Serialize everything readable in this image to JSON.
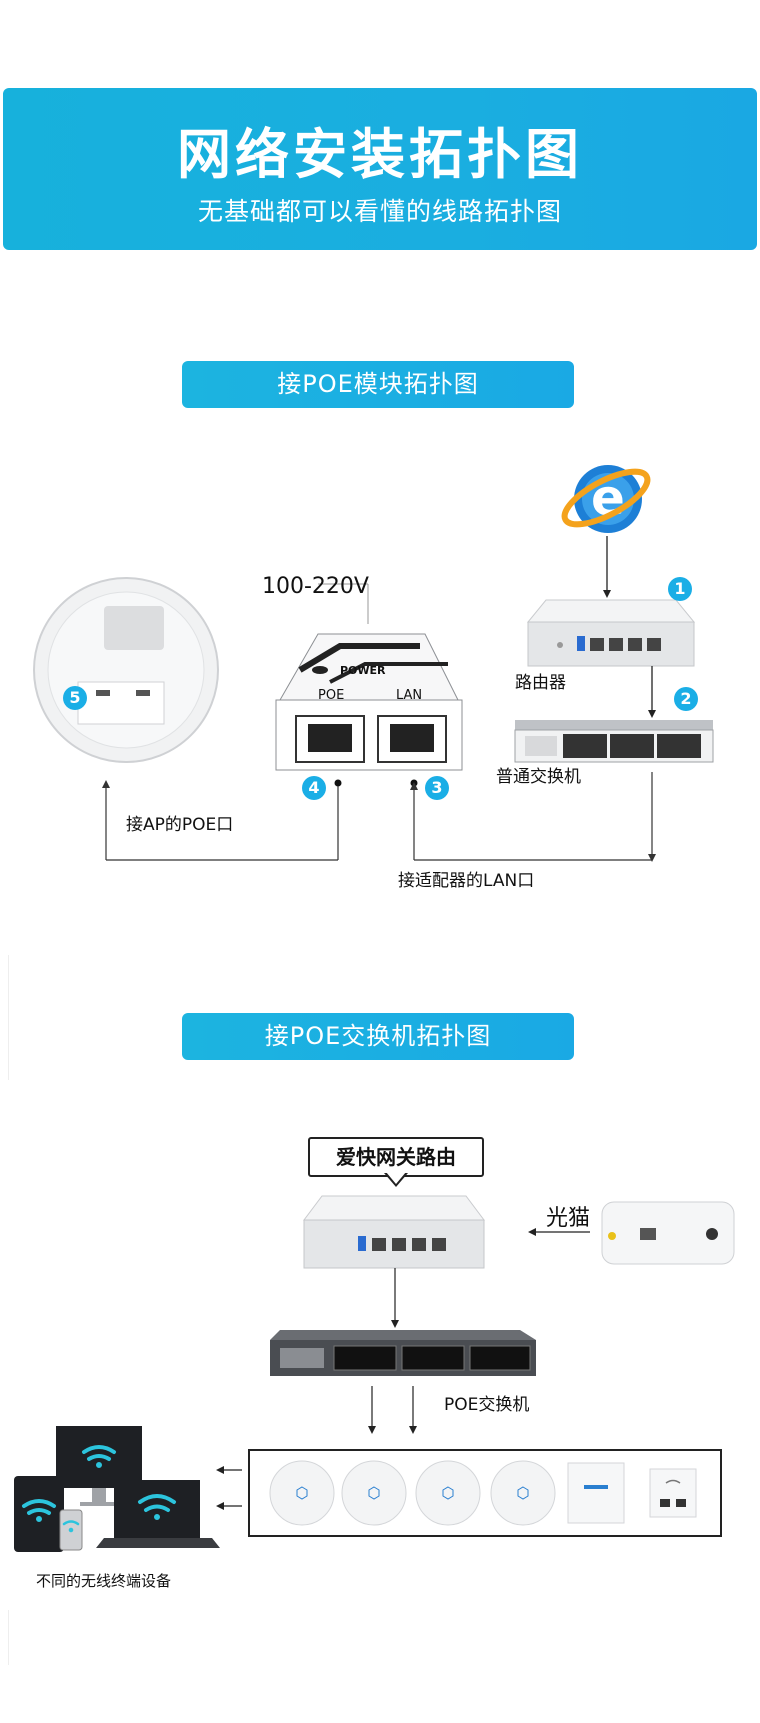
{
  "header": {
    "title": "网络安装拓扑图",
    "subtitle": "无基础都可以看懂的线路拓扑图"
  },
  "section1": {
    "title": "接POE模块拓扑图",
    "voltage": "100-220V",
    "power_label": "POWER",
    "poe_port_label": "POE",
    "lan_port_label": "LAN",
    "router_label": "路由器",
    "switch_label": "普通交换机",
    "ap_poe_label": "接AP的POE口",
    "adapter_lan_label": "接适配器的LAN口",
    "badges": [
      "1",
      "2",
      "3",
      "4",
      "5"
    ]
  },
  "section2": {
    "title": "接POE交换机拓扑图",
    "router_callout": "爱快网关路由",
    "modem_label": "光猫",
    "poe_switch_label": "POE交换机",
    "terminals_label": "不同的无线终端设备"
  },
  "colors": {
    "accent": "#1aaee6",
    "banner": "#17b1dc",
    "device_gray": "#e6e8ea",
    "switch_dark": "#4a4d52"
  }
}
